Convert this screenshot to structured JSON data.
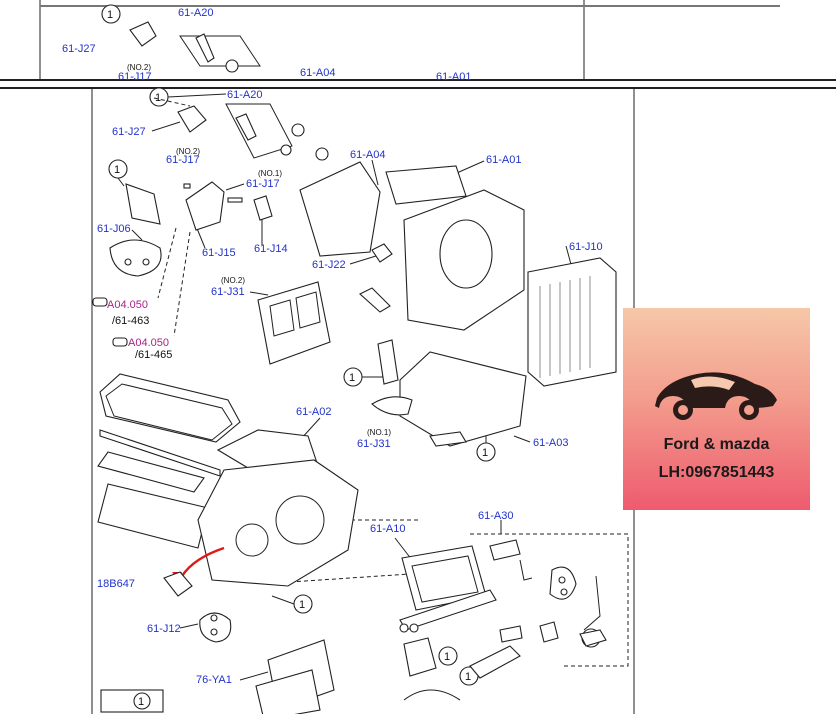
{
  "diagram": {
    "labels": {
      "a20": "61-A20",
      "j27": "61-J27",
      "j17": "61-J17",
      "j17b": "61-J17",
      "a04": "61-A04",
      "a01": "61-A01",
      "j06": "61-J06",
      "j15": "61-J15",
      "j14": "61-J14",
      "j22": "61-J22",
      "j10": "61-J10",
      "j31": "61-J31",
      "j31b": "61-J31",
      "a02": "61-A02",
      "a03": "61-A03",
      "a10": "61-A10",
      "a30": "61-A30",
      "b647": "18B647",
      "j12": "61-J12",
      "ya1": "76-YA1"
    },
    "notes": {
      "no2a": "(NO.2)",
      "no1a": "(NO.1)",
      "no2b": "(NO.2)",
      "no1b": "(NO.1)"
    },
    "refs": {
      "ref1_code": "A04.050",
      "ref1_sub": "/61-463",
      "ref2_code": "A04.050",
      "ref2_sub": "/61-465"
    },
    "callout": "1",
    "top_strip": {
      "a20": "61-A20",
      "j27": "61-J27",
      "no2": "(NO.2)",
      "j17": "61-J17",
      "a04": "61-A04",
      "a01": "61-A01"
    }
  },
  "ad": {
    "title": "Ford & mazda",
    "phone": "LH:0967851443"
  }
}
